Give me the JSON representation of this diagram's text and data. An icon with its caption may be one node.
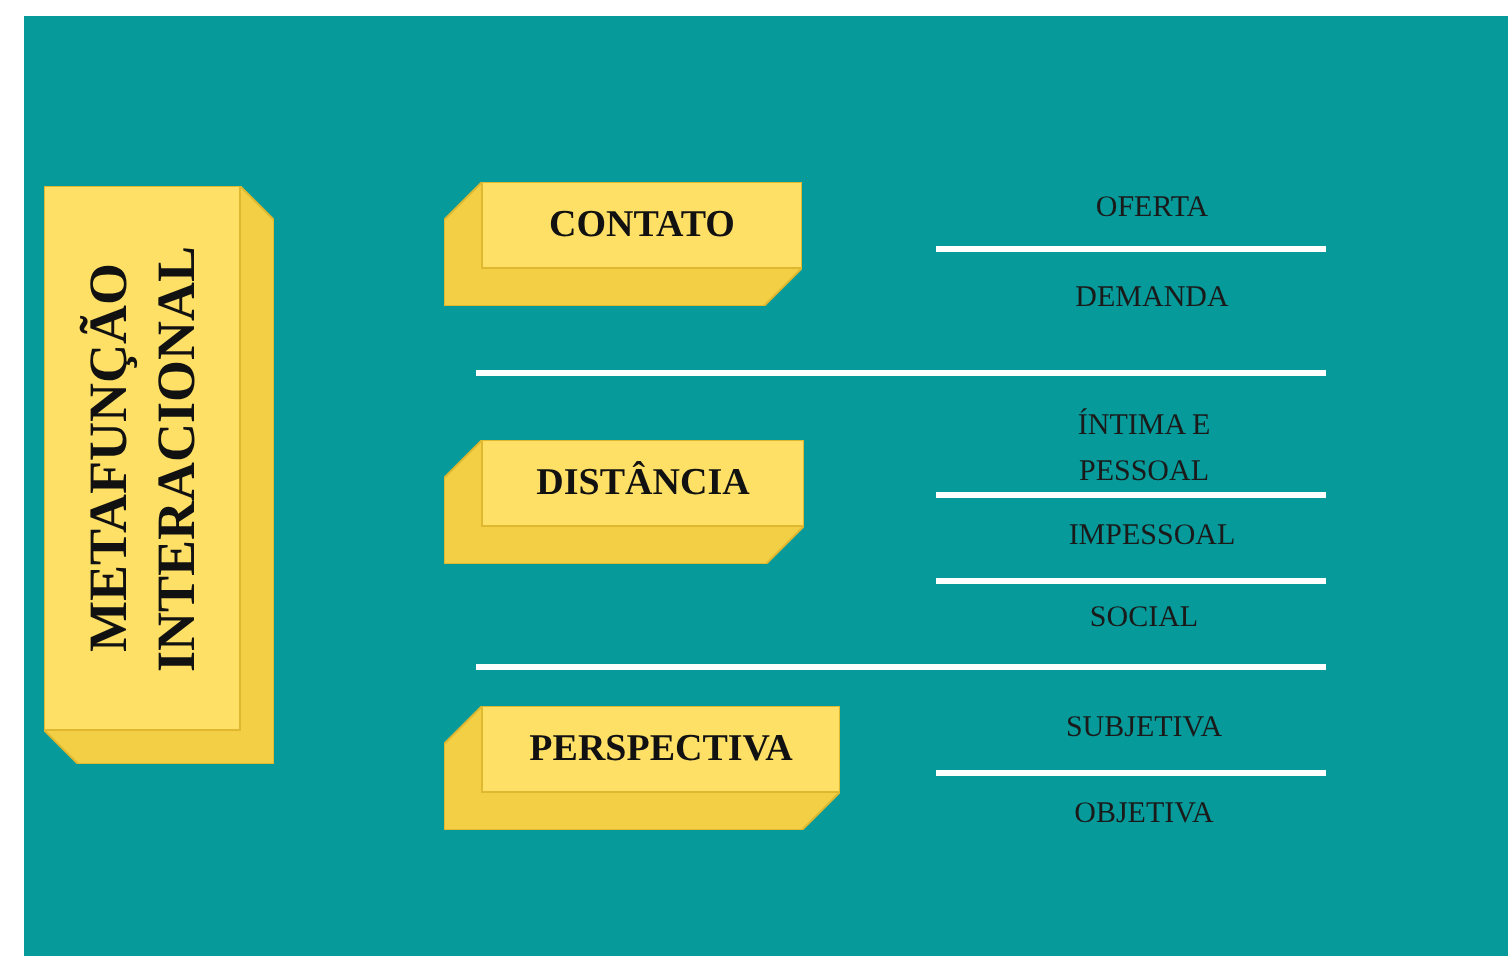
{
  "diagram": {
    "nodes": [
      {
        "text": [
          "METAFUNÇÃO INTERACIONAL"
        ]
      },
      {
        "text": [
          "CONTATO"
        ]
      },
      {
        "text": [
          "DISTÂNCIA"
        ]
      },
      {
        "text": [
          "PERSPECTIVA"
        ]
      }
    ],
    "labels": [
      "OFERTA",
      "DEMANDA",
      "ÍNTIMA E PESSOAL",
      "IMPESSOAL",
      "SOCIAL",
      "SUBJETIVA",
      "OBJETIVA"
    ]
  }
}
